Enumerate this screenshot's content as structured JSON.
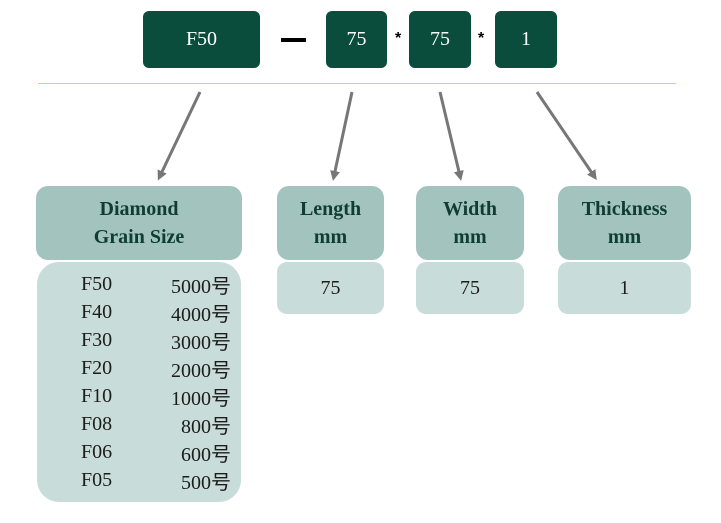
{
  "code": {
    "grain": "F50",
    "length": "75",
    "width": "75",
    "thickness": "1",
    "separator": "*"
  },
  "grain_card": {
    "title_line1": "Diamond",
    "title_line2": "Grain Size",
    "rows": [
      {
        "code": "F50",
        "mesh": "5000号"
      },
      {
        "code": "F40",
        "mesh": "4000号"
      },
      {
        "code": "F30",
        "mesh": "3000号"
      },
      {
        "code": "F20",
        "mesh": "2000号"
      },
      {
        "code": "F10",
        "mesh": "1000号"
      },
      {
        "code": "F08",
        "mesh": "800号"
      },
      {
        "code": "F06",
        "mesh": "600号"
      },
      {
        "code": "F05",
        "mesh": "500号"
      }
    ]
  },
  "length_card": {
    "title_line1": "Length",
    "title_line2": "mm",
    "value": "75"
  },
  "width_card": {
    "title_line1": "Width",
    "title_line2": "mm",
    "value": "75"
  },
  "thickness_card": {
    "title_line1": "Thickness",
    "title_line2": "mm",
    "value": "1"
  },
  "colors": {
    "code_box": "#0b4d3c",
    "header_card": "#a3c3bf",
    "value_card": "#c8dcd9",
    "rule": "#f0c47a",
    "arrow": "#777777"
  }
}
